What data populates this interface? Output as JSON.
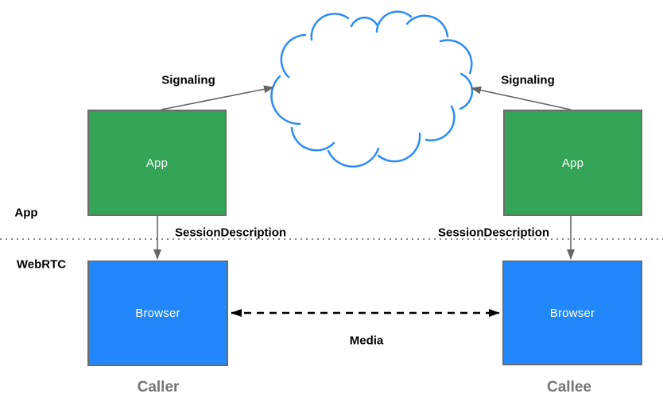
{
  "nodes": {
    "caller_app": "App",
    "callee_app": "App",
    "caller_browser": "Browser",
    "callee_browser": "Browser"
  },
  "edges": {
    "signaling_left": "Signaling",
    "signaling_right": "Signaling",
    "session_left": "SessionDescription",
    "session_right": "SessionDescription",
    "media": "Media"
  },
  "layers": {
    "app": "App",
    "webrtc": "WebRTC"
  },
  "roles": {
    "caller": "Caller",
    "callee": "Callee"
  },
  "icons": {
    "cloud": "cloud-shape"
  },
  "colors": {
    "app_box_fill": "#34a456",
    "browser_box_fill": "#2287fb",
    "box_border": "#6b6b6b",
    "cloud_stroke": "#2b8cf5",
    "arrow_gray": "#666666",
    "arrow_black": "#000000",
    "divider_dots": "#888888",
    "role_label": "#757575"
  }
}
